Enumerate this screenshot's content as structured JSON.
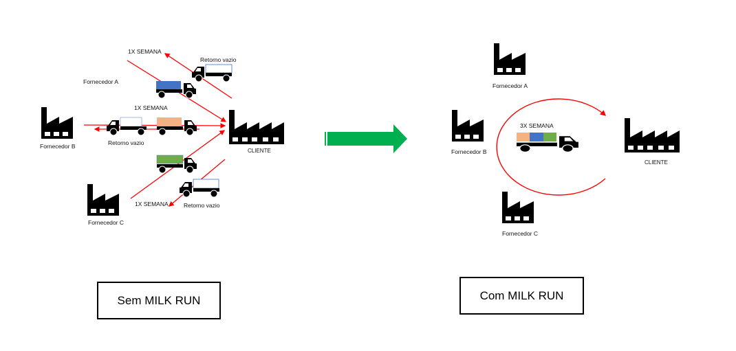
{
  "colors": {
    "route": "#ff0000",
    "arrow": "#00b050",
    "factory": "#000000",
    "cargo_blue": "#4472c4",
    "cargo_orange": "#f4b183",
    "cargo_green": "#70ad47",
    "cargo_empty": "#ffffff",
    "cargo_empty_border": "#4472c4"
  },
  "left": {
    "caption": "Sem MILK RUN",
    "supplier_a": "Fornecedor A",
    "supplier_b": "Fornecedor B",
    "supplier_c": "Fornecedor C",
    "client": "CLIENTE",
    "freq_a": "1X SEMANA",
    "freq_b": "1X SEMANA",
    "freq_c": "1X SEMANA",
    "return_a": "Retorno vazio",
    "return_b": "Retorno vazio",
    "return_c": "Retorno vazio"
  },
  "right": {
    "caption": "Com MILK RUN",
    "supplier_a": "Fornecedor A",
    "supplier_b": "Fornecedor B",
    "supplier_c": "Fornecedor C",
    "client": "CLIENTE",
    "freq": "3X SEMANA"
  }
}
